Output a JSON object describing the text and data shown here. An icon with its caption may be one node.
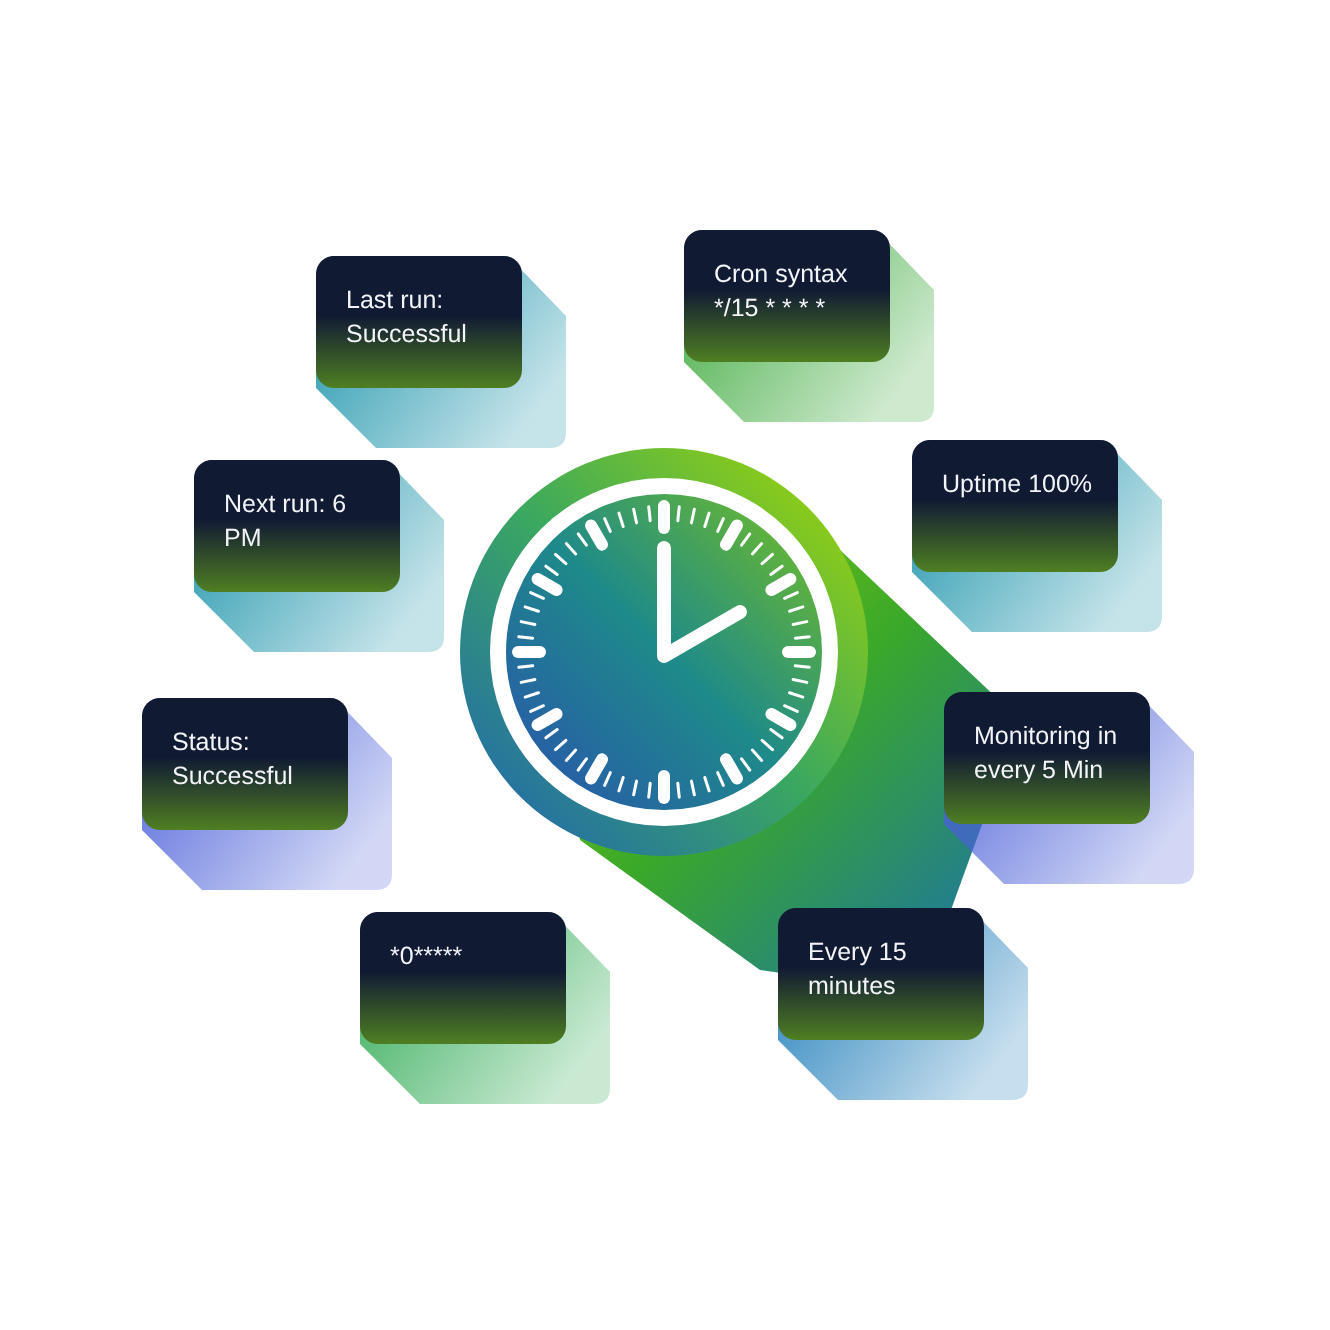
{
  "diagram": {
    "nodes": [
      {
        "text": [
          "Last run: Successful"
        ]
      },
      {
        "text": [
          "Cron syntax */15 * * * *"
        ]
      },
      {
        "text": [
          "Next run: 6 PM"
        ]
      },
      {
        "text": [
          "Uptime 100%"
        ]
      },
      {
        "text": [
          "Status: Successful"
        ]
      },
      {
        "text": [
          "Monitoring in every 5 Min"
        ]
      },
      {
        "text": [
          "*0*****"
        ]
      },
      {
        "text": [
          "Every 15 minutes"
        ]
      }
    ]
  }
}
